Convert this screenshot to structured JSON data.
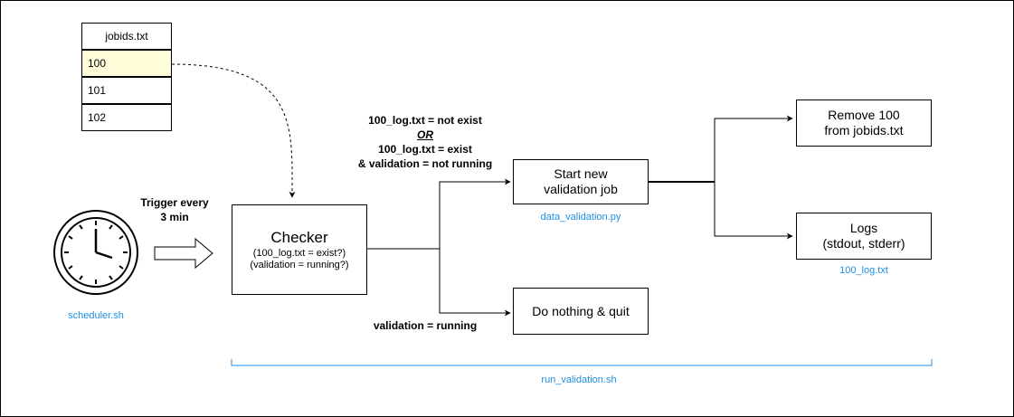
{
  "table": {
    "header": "jobids.txt",
    "rows": [
      "100",
      "101",
      "102"
    ]
  },
  "trigger": {
    "line1": "Trigger every",
    "line2": "3 min"
  },
  "scheduler_label": "scheduler.sh",
  "checker": {
    "title": "Checker",
    "line1": "(100_log.txt = exist?)",
    "line2": "(validation = running?)"
  },
  "condition_top": {
    "line1": "100_log.txt = not exist",
    "line2": "OR",
    "line3": "100_log.txt = exist",
    "line4": "& validation = not running"
  },
  "condition_bottom": "validation = running",
  "start_box": {
    "line1": "Start new",
    "line2": "validation job"
  },
  "start_file": "data_validation.py",
  "nothing_box": "Do nothing & quit",
  "remove_box": {
    "line1": "Remove 100",
    "line2": "from jobids.txt"
  },
  "logs_box": {
    "line1": "Logs",
    "line2": "(stdout, stderr)"
  },
  "logs_file": "100_log.txt",
  "run_label": "run_validation.sh",
  "colors": {
    "accent": "#1e8fe6",
    "highlight": "#fefcd9"
  }
}
